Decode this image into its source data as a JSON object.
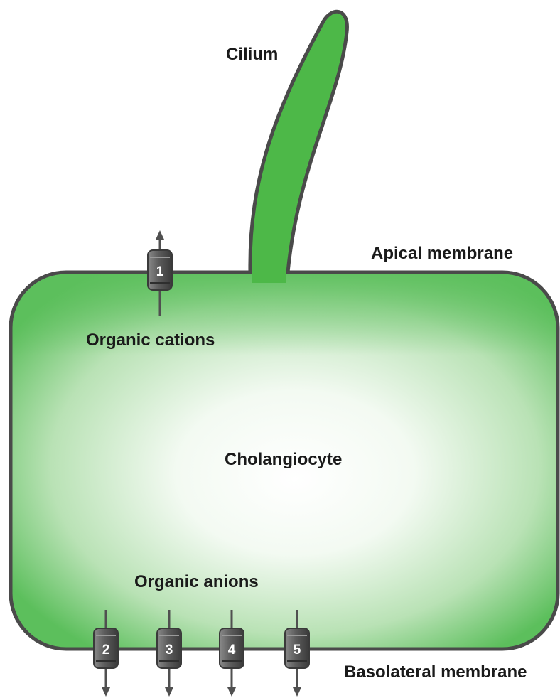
{
  "labels": {
    "cilium": "Cilium",
    "apical_membrane": "Apical membrane",
    "organic_cations": "Organic cations",
    "cell": "Cholangiocyte",
    "organic_anions": "Organic anions",
    "basolateral_membrane": "Basolateral membrane"
  },
  "transporters": {
    "apical": [
      {
        "number": "1",
        "direction": "out-apical"
      }
    ],
    "basolateral": [
      {
        "number": "2",
        "direction": "out-basolateral"
      },
      {
        "number": "3",
        "direction": "out-basolateral"
      },
      {
        "number": "4",
        "direction": "out-basolateral"
      },
      {
        "number": "5",
        "direction": "out-basolateral"
      }
    ]
  },
  "colors": {
    "cell_fill_edge": "#5cbf5c",
    "cell_fill_center": "#ffffff",
    "cilium_fill": "#4db848",
    "membrane_stroke": "#4a4a4a",
    "transporter_fill": "#5a5a5a",
    "arrow": "#505050"
  }
}
